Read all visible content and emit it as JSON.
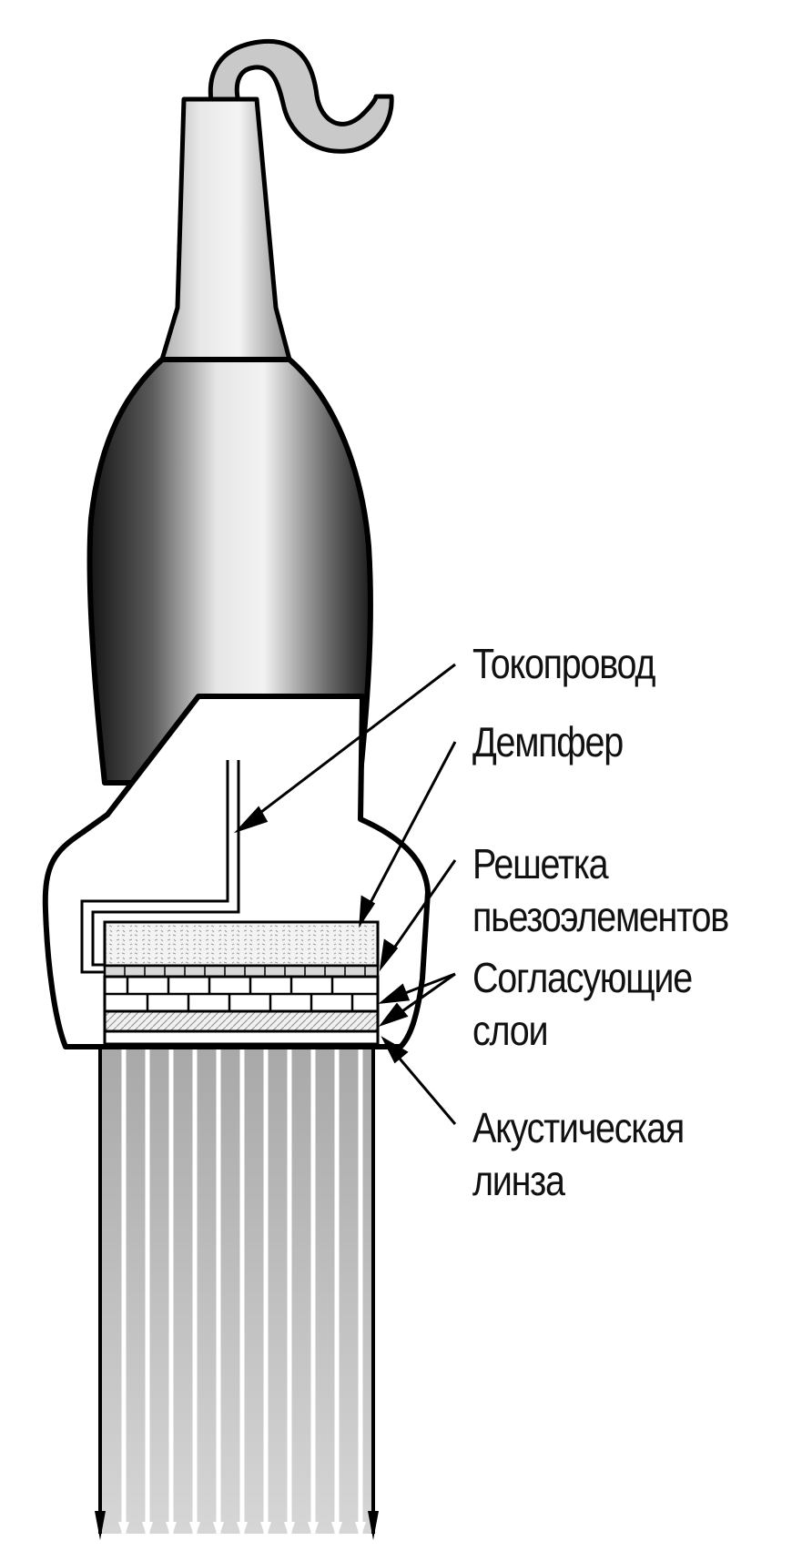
{
  "labels": {
    "conductor": "Токопровод",
    "damper": "Демпфер",
    "piezo_line1": "Решетка",
    "piezo_line2": "пьезоэлементов",
    "matching_line1": "Согласующие",
    "matching_line2": "слои",
    "lens_line1": "Акустическая",
    "lens_line2": "линза"
  },
  "colors": {
    "outline": "#000000",
    "body_dark": "#1a1a1a",
    "body_light": "#eeeeee",
    "cable": "#c8c8c8",
    "housing": "#ffffff",
    "beam": "#b4b4b4"
  }
}
